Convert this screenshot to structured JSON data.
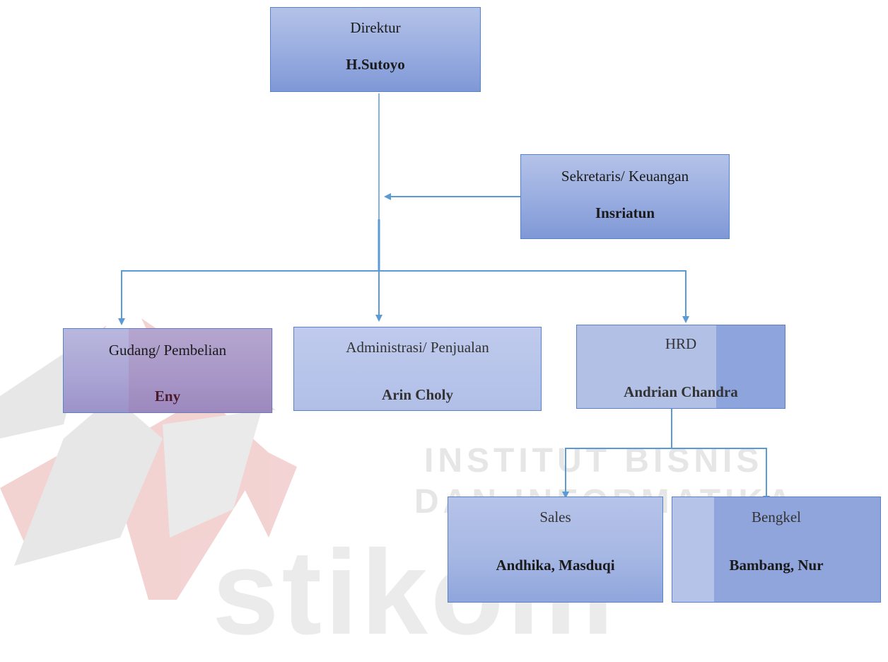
{
  "watermark": {
    "line1": "INSTITUT BISNIS",
    "line2": "DAN INFORMATIKA",
    "brand": "stikom"
  },
  "org": {
    "direktur": {
      "role": "Direktur",
      "name": "H.Sutoyo"
    },
    "sekretaris": {
      "role": "Sekretaris/ Keuangan",
      "name": "Insriatun"
    },
    "gudang": {
      "role": "Gudang/ Pembelian",
      "name": "Eny"
    },
    "administrasi": {
      "role": "Administrasi/ Penjualan",
      "name": "Arin Choly"
    },
    "hrd": {
      "role": "HRD",
      "name": "Andrian Chandra"
    },
    "sales": {
      "role": "Sales",
      "name": "Andhika, Masduqi"
    },
    "bengkel": {
      "role": "Bengkel",
      "name": "Bambang, Nur"
    }
  },
  "colors": {
    "connector": "#5b9bd5",
    "box_border": "#5b82c4",
    "watermark_red": "#d9534f",
    "watermark_gray": "#c8c8c8"
  }
}
